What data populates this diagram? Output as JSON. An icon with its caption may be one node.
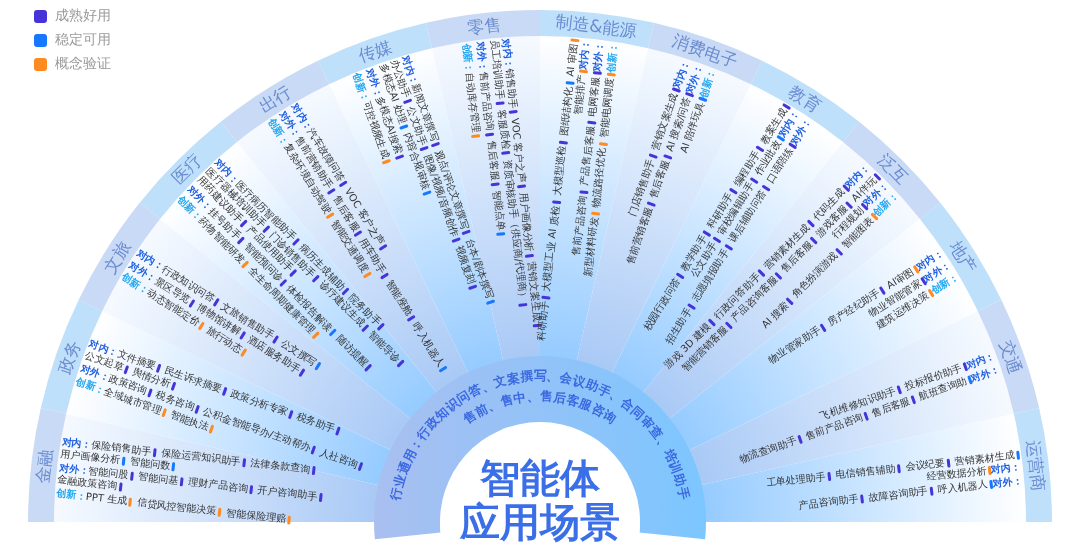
{
  "diagram": {
    "nodes": [
      {
        "text": [
          "金融"
        ]
      },
      {
        "text": [
          "对内："
        ],
        "in": 0
      },
      {
        "text": [
          "保险销售助手"
        ],
        "in": 1
      },
      {
        "text": [
          "保险运营知识助手"
        ],
        "in": 1
      },
      {
        "text": [
          "法律条款查询"
        ],
        "in": 1
      },
      {
        "text": [
          "用户画像分析"
        ],
        "in": 1
      },
      {
        "text": [
          "智能问数"
        ],
        "in": 1
      },
      {
        "text": [
          "对外："
        ],
        "in": 0
      },
      {
        "text": [
          "智能问股"
        ],
        "in": 7
      },
      {
        "text": [
          "智能问基"
        ],
        "in": 7
      },
      {
        "text": [
          "理财产品咨询"
        ],
        "in": 7
      },
      {
        "text": [
          "开户咨询助手"
        ],
        "in": 7
      },
      {
        "text": [
          "金融政策咨询"
        ],
        "in": 7
      },
      {
        "text": [
          "创新："
        ],
        "in": 0
      },
      {
        "text": [
          "PPT 生成"
        ],
        "in": 13
      },
      {
        "text": [
          "信贷风控智能决策"
        ],
        "in": 13
      },
      {
        "text": [
          "智能保险理赔"
        ],
        "in": 13
      },
      {
        "text": [
          "政务"
        ]
      },
      {
        "text": [
          "对内："
        ],
        "in": 17
      },
      {
        "text": [
          "文件摘要"
        ],
        "in": 18
      },
      {
        "text": [
          "民生诉求摘要"
        ],
        "in": 18
      },
      {
        "text": [
          "政策分析专家"
        ],
        "in": 18
      },
      {
        "text": [
          "税务助手"
        ],
        "in": 18
      },
      {
        "text": [
          "公文起草"
        ],
        "in": 18
      },
      {
        "text": [
          "舆情分析"
        ],
        "in": 18
      },
      {
        "text": [
          "对外："
        ],
        "in": 17
      },
      {
        "text": [
          "政策咨询"
        ],
        "in": 25
      },
      {
        "text": [
          "税务咨询"
        ],
        "in": 25
      },
      {
        "text": [
          "公积金智能导办/主动帮办"
        ],
        "in": 25
      },
      {
        "text": [
          "人社咨询"
        ],
        "in": 25
      },
      {
        "text": [
          "创新："
        ],
        "in": 17
      },
      {
        "text": [
          "全域城市管理"
        ],
        "in": 30
      },
      {
        "text": [
          "智能执法"
        ],
        "in": 30
      },
      {
        "text": [
          "文旅"
        ]
      },
      {
        "text": [
          "对内："
        ],
        "in": 33
      },
      {
        "text": [
          "行政知识问答"
        ],
        "in": 34
      },
      {
        "text": [
          "文旅销售助手"
        ],
        "in": 34
      },
      {
        "text": [
          "公文撰写"
        ],
        "in": 34
      },
      {
        "text": [
          "对外："
        ],
        "in": 33
      },
      {
        "text": [
          "景区导览"
        ],
        "in": 38
      },
      {
        "text": [
          "博物馆讲解"
        ],
        "in": 38
      },
      {
        "text": [
          "酒店服务助手"
        ],
        "in": 38
      },
      {
        "text": [
          "创新："
        ],
        "in": 33
      },
      {
        "text": [
          "动态智能定价"
        ],
        "in": 42
      },
      {
        "text": [
          "旅行动态"
        ],
        "in": 42
      },
      {
        "text": [
          "医疗"
        ]
      },
      {
        "text": [
          "对内："
        ],
        "in": 45
      },
      {
        "text": [
          "医疗病历智能助手"
        ],
        "in": 46
      },
      {
        "text": [
          "病历生成辅助"
        ],
        "in": 46
      },
      {
        "text": [
          "院务助手"
        ],
        "in": 46
      },
      {
        "text": [
          "医疗器械培训助手"
        ],
        "in": 46
      },
      {
        "text": [
          "门诊销售助手"
        ],
        "in": 46
      },
      {
        "text": [
          "诊疗建议生成"
        ],
        "in": 46
      },
      {
        "text": [
          "智能导诊"
        ],
        "in": 46
      },
      {
        "text": [
          "用药建议助手"
        ],
        "in": 46
      },
      {
        "text": [
          "产品使用助手"
        ],
        "in": 46
      },
      {
        "text": [
          "对外："
        ],
        "in": 45
      },
      {
        "text": [
          "挂号助手"
        ],
        "in": 56
      },
      {
        "text": [
          "智能预问诊"
        ],
        "in": 56
      },
      {
        "text": [
          "体检报告解读"
        ],
        "in": 56
      },
      {
        "text": [
          "随访提醒"
        ],
        "in": 56
      },
      {
        "text": [
          "创新："
        ],
        "in": 45
      },
      {
        "text": [
          "药物智能研发"
        ],
        "in": 61
      },
      {
        "text": [
          "全生命周期健康管理"
        ],
        "in": 61
      },
      {
        "text": [
          "出行"
        ]
      },
      {
        "text": [
          "对内："
        ],
        "in": 64
      },
      {
        "text": [
          "汽车故障问答"
        ],
        "in": 65
      },
      {
        "text": [
          "VOC 客户之声"
        ],
        "in": 65
      },
      {
        "text": [
          "对外："
        ],
        "in": 64
      },
      {
        "text": [
          "售前营销助手"
        ],
        "in": 68
      },
      {
        "text": [
          "售后客服"
        ],
        "in": 68
      },
      {
        "text": [
          "用车助手"
        ],
        "in": 68
      },
      {
        "text": [
          "智能座舱"
        ],
        "in": 68
      },
      {
        "text": [
          "呼入机器人"
        ],
        "in": 68
      },
      {
        "text": [
          "创新："
        ],
        "in": 64
      },
      {
        "text": [
          "复杂环境自动驾驶"
        ],
        "in": 74
      },
      {
        "text": [
          "智能交通调度"
        ],
        "in": 74
      },
      {
        "text": [
          "传媒"
        ]
      },
      {
        "text": [
          "对内："
        ],
        "in": 77
      },
      {
        "text": [
          "新闻文章撰写"
        ],
        "in": 78
      },
      {
        "text": [
          "观点/评论文章撰写"
        ],
        "in": 78
      },
      {
        "text": [
          "台本/剧本撰写"
        ],
        "in": 78
      },
      {
        "text": [
          "办公助手"
        ],
        "in": 78
      },
      {
        "text": [
          "公文助手"
        ],
        "in": 78
      },
      {
        "text": [
          "图像/视频/音频创作"
        ],
        "in": 78
      },
      {
        "text": [
          "视频复刻"
        ],
        "in": 78
      },
      {
        "text": [
          "多模态AI 处理"
        ],
        "in": 78
      },
      {
        "text": [
          "内容合规审核"
        ],
        "in": 78
      },
      {
        "text": [
          "对外："
        ],
        "in": 77
      },
      {
        "text": [
          "多模态AI搜索"
        ],
        "in": 88
      },
      {
        "text": [
          "创新："
        ],
        "in": 77
      },
      {
        "text": [
          "可控视频生成"
        ],
        "in": 90
      },
      {
        "text": [
          "零售"
        ]
      },
      {
        "text": [
          "对内："
        ],
        "in": 92
      },
      {
        "text": [
          "销售助手"
        ],
        "in": 93
      },
      {
        "text": [
          "VOC 客户之声"
        ],
        "in": 93
      },
      {
        "text": [
          "用户画像分析"
        ],
        "in": 93
      },
      {
        "text": [
          "营销文案生成"
        ],
        "in": 93
      },
      {
        "text": [
          "员工培训助手"
        ],
        "in": 93
      },
      {
        "text": [
          "客服质检"
        ],
        "in": 93
      },
      {
        "text": [
          "资质审核助手（供应商/代理商）"
        ],
        "in": 93
      },
      {
        "text": [
          "对外："
        ],
        "in": 92
      },
      {
        "text": [
          "售前产品咨询"
        ],
        "in": 101
      },
      {
        "text": [
          "售后客服"
        ],
        "in": 101
      },
      {
        "text": [
          "智能点单"
        ],
        "in": 101
      },
      {
        "text": [
          "创新："
        ],
        "in": 92
      },
      {
        "text": [
          "自动库存管理"
        ],
        "in": 105
      },
      {
        "text": [
          "制造&能源"
        ]
      },
      {
        "text": [
          "对内："
        ],
        "in": 107
      },
      {
        "text": [
          "科研助手"
        ],
        "in": 108
      },
      {
        "text": [
          "大模型工业 AI 质检"
        ],
        "in": 108
      },
      {
        "text": [
          "大模型巡检"
        ],
        "in": 108
      },
      {
        "text": [
          "图纸结构化"
        ],
        "in": 108
      },
      {
        "text": [
          "AI 审图"
        ],
        "in": 108
      },
      {
        "text": [
          "智能排产"
        ],
        "in": 108
      },
      {
        "text": [
          "对外："
        ],
        "in": 107
      },
      {
        "text": [
          "售前产品咨询"
        ],
        "in": 115
      },
      {
        "text": [
          "产品售后客服"
        ],
        "in": 115
      },
      {
        "text": [
          "电网客服"
        ],
        "in": 115
      },
      {
        "text": [
          "创新："
        ],
        "in": 107
      },
      {
        "text": [
          "新型材料研发"
        ],
        "in": 119
      },
      {
        "text": [
          "物流路径优化"
        ],
        "in": 119
      },
      {
        "text": [
          "智能电网调度"
        ],
        "in": 119
      },
      {
        "text": [
          "消费电子"
        ]
      },
      {
        "text": [
          "对内："
        ],
        "in": 123
      },
      {
        "text": [
          "门店销售助手"
        ],
        "in": 124
      },
      {
        "text": [
          "营销文案生成"
        ],
        "in": 124
      },
      {
        "text": [
          "对外："
        ],
        "in": 123
      },
      {
        "text": [
          "售前营销客服"
        ],
        "in": 127
      },
      {
        "text": [
          "售后客服"
        ],
        "in": 127
      },
      {
        "text": [
          "AI 搜索/问答"
        ],
        "in": 127
      },
      {
        "text": [
          "创新："
        ],
        "in": 123
      },
      {
        "text": [
          "AI 陪伴玩具"
        ],
        "in": 131
      },
      {
        "text": [
          "教育"
        ]
      },
      {
        "text": [
          "对内："
        ],
        "in": 133
      },
      {
        "text": [
          "校园行政问答"
        ],
        "in": 134
      },
      {
        "text": [
          "教学助手"
        ],
        "in": 134
      },
      {
        "text": [
          "科研助手"
        ],
        "in": 134
      },
      {
        "text": [
          "编程助手"
        ],
        "in": 134
      },
      {
        "text": [
          "教案生成"
        ],
        "in": 134
      },
      {
        "text": [
          "公文助手"
        ],
        "in": 134
      },
      {
        "text": [
          "审校编辑助手"
        ],
        "in": 134
      },
      {
        "text": [
          "作业批改"
        ],
        "in": 134
      },
      {
        "text": [
          "对外："
        ],
        "in": 133
      },
      {
        "text": [
          "招生助手"
        ],
        "in": 143
      },
      {
        "text": [
          "志愿填报助手"
        ],
        "in": 143
      },
      {
        "text": [
          "课后辅助问答"
        ],
        "in": 143
      },
      {
        "text": [
          "口语陪练"
        ],
        "in": 143
      },
      {
        "text": [
          "泛互"
        ]
      },
      {
        "text": [
          "对内："
        ],
        "in": 148
      },
      {
        "text": [
          "游戏 3D 建模"
        ],
        "in": 149
      },
      {
        "text": [
          "行政问答助手"
        ],
        "in": 149
      },
      {
        "text": [
          "营销素材生成"
        ],
        "in": 149
      },
      {
        "text": [
          "代码生成"
        ],
        "in": 149
      },
      {
        "text": [
          "对外："
        ],
        "in": 148
      },
      {
        "text": [
          "智能营销客服"
        ],
        "in": 154
      },
      {
        "text": [
          "产品咨询客服"
        ],
        "in": 154
      },
      {
        "text": [
          "售后客服"
        ],
        "in": 154
      },
      {
        "text": [
          "游戏客服"
        ],
        "in": 154
      },
      {
        "text": [
          "AI伴玩"
        ],
        "in": 154
      },
      {
        "text": [
          "行程规划"
        ],
        "in": 154
      },
      {
        "text": [
          "创新："
        ],
        "in": 148
      },
      {
        "text": [
          "AI 搜索"
        ],
        "in": 161
      },
      {
        "text": [
          "角色扮演游戏"
        ],
        "in": 161
      },
      {
        "text": [
          "智能图表"
        ],
        "in": 161
      },
      {
        "text": [
          "地产"
        ]
      },
      {
        "text": [
          "对内："
        ],
        "in": 165
      },
      {
        "text": [
          "物业管家助手"
        ],
        "in": 166
      },
      {
        "text": [
          "房产经纪助手"
        ],
        "in": 166
      },
      {
        "text": [
          "AI审图"
        ],
        "in": 166
      },
      {
        "text": [
          "对外："
        ],
        "in": 165
      },
      {
        "text": [
          "物业智能管家"
        ],
        "in": 170
      },
      {
        "text": [
          "创新："
        ],
        "in": 165
      },
      {
        "text": [
          "建筑运维决策"
        ],
        "in": 172
      },
      {
        "text": [
          "交通"
        ]
      },
      {
        "text": [
          "对内："
        ],
        "in": 174
      },
      {
        "text": [
          "飞机维修知识助手"
        ],
        "in": 175
      },
      {
        "text": [
          "投标报价助手"
        ],
        "in": 175
      },
      {
        "text": [
          "对外："
        ],
        "in": 174
      },
      {
        "text": [
          "物流查询助手"
        ],
        "in": 178
      },
      {
        "text": [
          "售前产品咨询"
        ],
        "in": 178
      },
      {
        "text": [
          "售后客服"
        ],
        "in": 178
      },
      {
        "text": [
          "航班查询助"
        ],
        "in": 178
      },
      {
        "text": [
          "运营商"
        ]
      },
      {
        "text": [
          "对内："
        ],
        "in": 183
      },
      {
        "text": [
          "工单处理助手"
        ],
        "in": 184
      },
      {
        "text": [
          "电信销售辅助"
        ],
        "in": 184
      },
      {
        "text": [
          "会议纪要"
        ],
        "in": 184
      },
      {
        "text": [
          "营销素材生成"
        ],
        "in": 184
      },
      {
        "text": [
          "经营数据分析"
        ],
        "in": 184
      },
      {
        "text": [
          "对外："
        ],
        "in": 183
      },
      {
        "text": [
          "产品咨询助手"
        ],
        "in": 190
      },
      {
        "text": [
          "故障咨询助手"
        ],
        "in": 190
      },
      {
        "text": [
          "呼入机器人"
        ],
        "in": 190
      },
      {
        "text": [
          "行业通用：行政知识问答、文案撰写、会议助手、合同审查、培训助手",
          "售前、售中、售后客服咨询",
          "智能体",
          "应用场景"
        ]
      }
    ],
    "legend": [
      {
        "text": "成熟好用",
        "color": "#4634d8"
      },
      {
        "text": "稳定可用",
        "color": "#1677ff"
      },
      {
        "text": "概念验证",
        "color": "#ff8a1f"
      }
    ]
  }
}
